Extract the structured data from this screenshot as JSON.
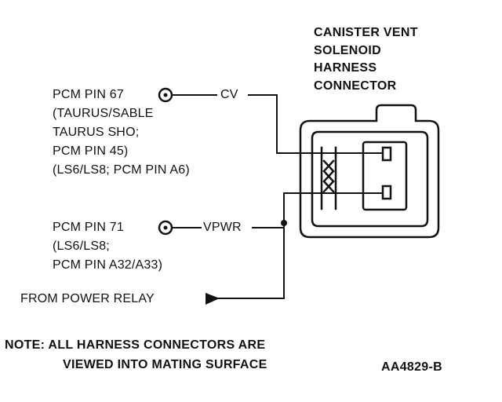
{
  "connector_title": [
    "CANISTER VENT",
    "SOLENOID",
    "HARNESS",
    "CONNECTOR"
  ],
  "pin67_block": [
    "PCM PIN 67",
    "(TAURUS/SABLE",
    "TAURUS SHO;",
    "PCM PIN 45)",
    "(LS6/LS8; PCM PIN A6)"
  ],
  "cv_label": "CV",
  "pin71_block": [
    "PCM PIN 71",
    "(LS6/LS8;",
    "PCM PIN A32/A33)"
  ],
  "vpwr_label": "VPWR",
  "power_relay_label": "FROM POWER RELAY",
  "note": [
    "NOTE: ALL HARNESS CONNECTORS ARE",
    "VIEWED INTO MATING SURFACE"
  ],
  "figure_id": "AA4829-B",
  "colors": {
    "ink": "#111111",
    "background": "#ffffff"
  }
}
